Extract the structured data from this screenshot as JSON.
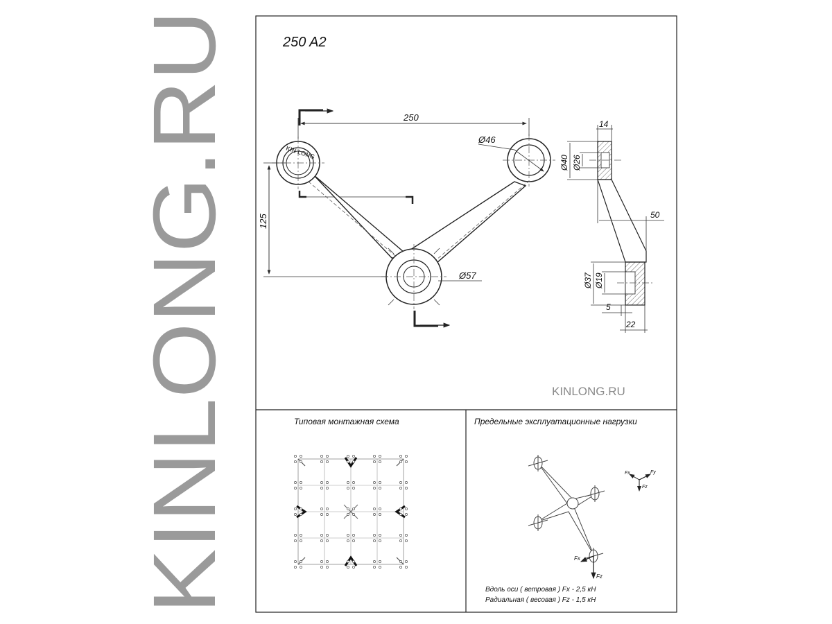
{
  "brand": {
    "vertical_text": "KINLONG.RU",
    "site_text": "KINLONG.RU"
  },
  "drawing": {
    "model": "250 A2",
    "engraving": "KIN LONG",
    "dimensions": {
      "span": "250",
      "height": "125",
      "top_ring_dia": "Ø46",
      "center_ring_dia": "Ø57",
      "side_outer_dia": "Ø40",
      "side_inner_dia": "Ø26",
      "thickness": "14",
      "offset": "50",
      "bottom_outer_dia": "Ø37",
      "bottom_inner_dia": "Ø19",
      "step": "5",
      "base_width": "22"
    }
  },
  "mounting": {
    "title": "Типовая монтажная схема"
  },
  "loads": {
    "title": "Предельные эксплуатационные нагрузки",
    "force_x": "Fx",
    "force_y": "Fy",
    "force_z": "Fz",
    "axial_line": "Вдоль оси ( ветровая )  Fx  - 2,5 кН",
    "radial_line": "Радиальная  ( весовая ) Fz - 1,5 кН"
  },
  "colors": {
    "brand_gray": "#9a9a9a",
    "line": "#222222",
    "hatch": "#444444"
  }
}
